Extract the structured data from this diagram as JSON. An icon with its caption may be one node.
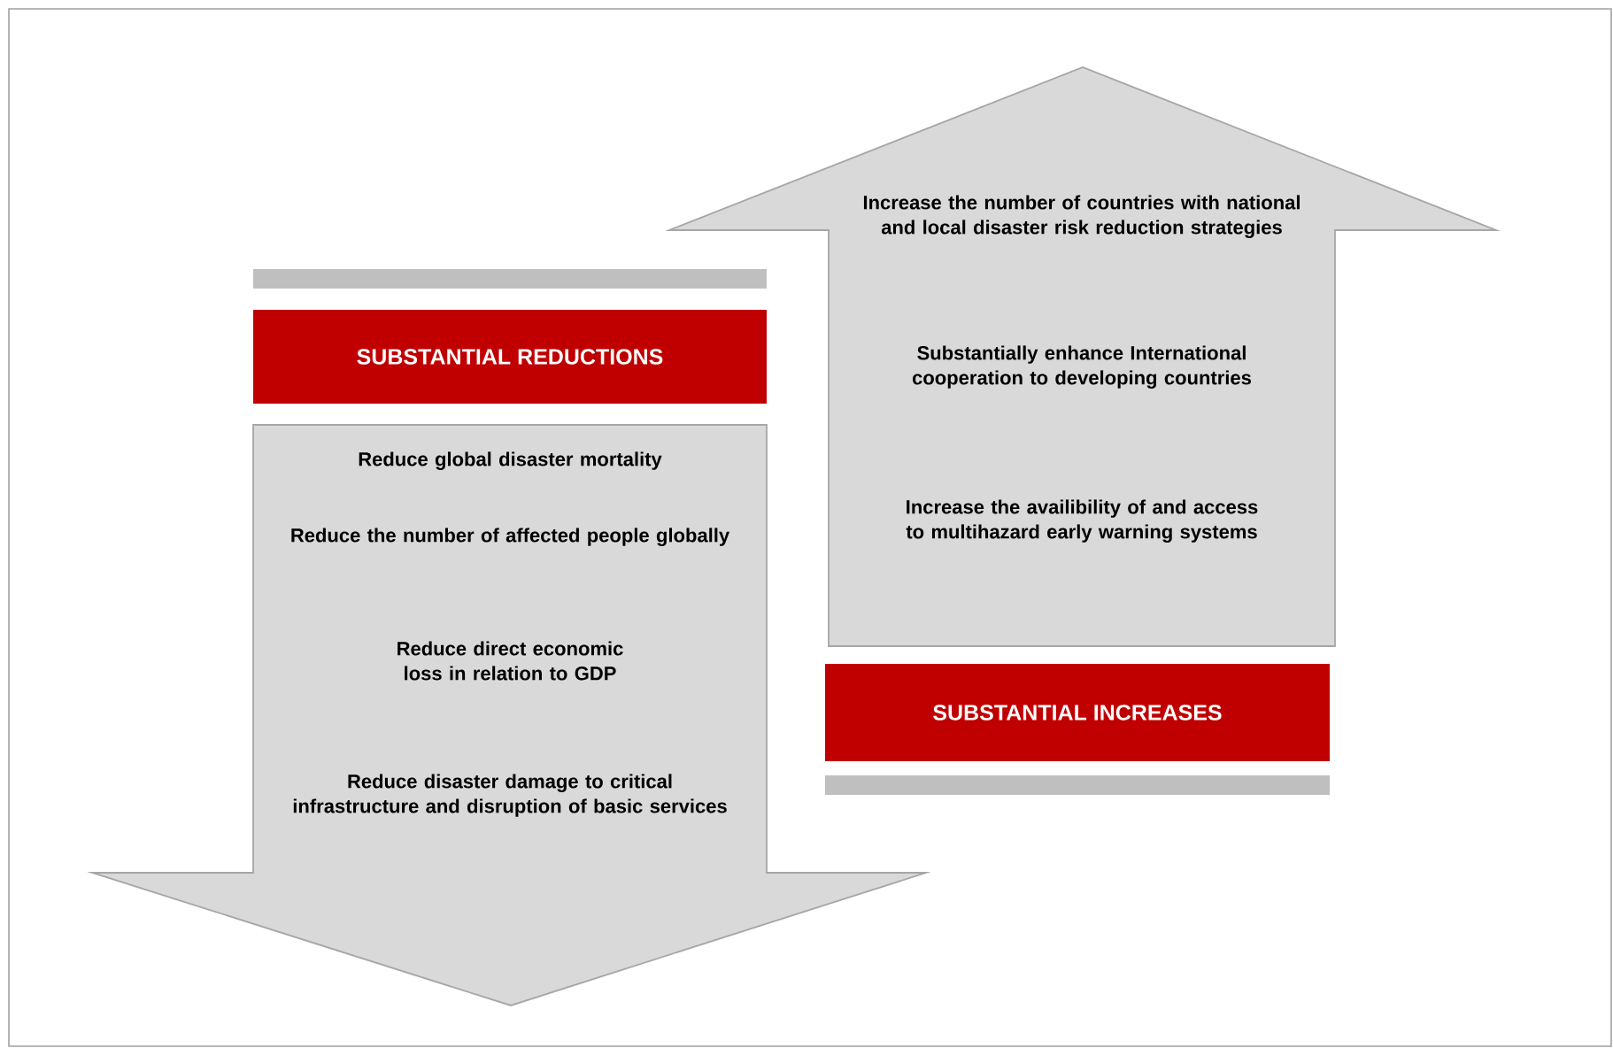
{
  "diagram": {
    "nodes": [
      {
        "text": [
          "SUBSTANTIAL REDUCTIONS"
        ]
      },
      {
        "text": [
          "Reduce global disaster mortality",
          "Reduce the number of affected people globally",
          "Reduce direct economic loss in relation to GDP",
          "Reduce disaster damage to critical infrastructure and disruption of basic services"
        ]
      },
      {
        "text": [
          "Increase the number of countries with national and local disaster risk reduction strategies",
          "Substantially enhance International cooperation to developing countries",
          "Increase the availibility of and access to multihazard early warning systems"
        ]
      },
      {
        "text": [
          "SUBSTANTIAL INCREASES"
        ]
      }
    ]
  }
}
